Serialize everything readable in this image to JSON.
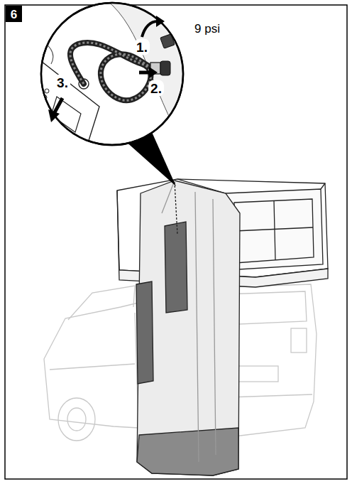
{
  "diagram": {
    "labels": [
      "6",
      "1.",
      "2.",
      "3.",
      "9 psi"
    ]
  }
}
